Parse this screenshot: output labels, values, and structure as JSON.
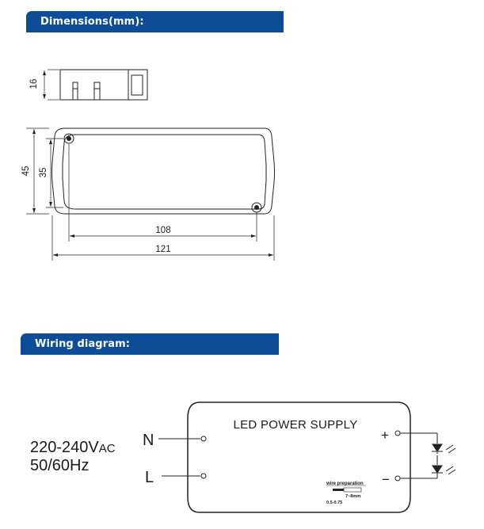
{
  "dimensions_section": {
    "title": "Dimensions(mm):",
    "height_label": "16",
    "outer_height_label": "45",
    "inner_height_label": "35",
    "hole_spacing_label": "108",
    "overall_length_label": "121"
  },
  "wiring_section": {
    "title": "Wiring diagram:",
    "device_label": "LED POWER SUPPLY",
    "input_voltage_main": "220-240V",
    "input_voltage_suffix": "AC",
    "input_frequency": "50/60Hz",
    "terminal_n": "N",
    "terminal_l": "L",
    "terminal_plus": "+",
    "terminal_minus": "−",
    "wire_prep_title": "wire preparation",
    "wire_prep_strip": "7~8mm",
    "wire_prep_gauge": "0.5-0.75"
  }
}
